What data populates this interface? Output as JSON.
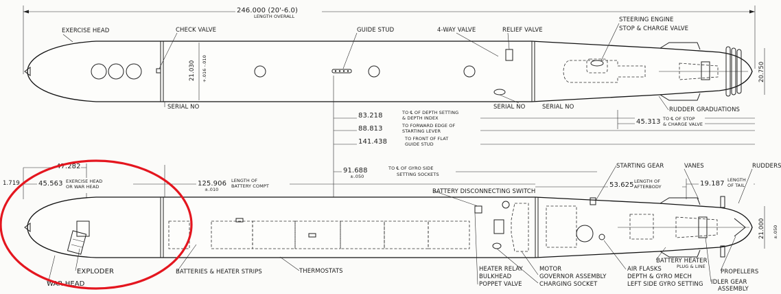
{
  "labels": {
    "length_overall": "246.000 (20'-6.0)",
    "length_overall_sub": "LENGTH OVERALL",
    "exercise_head": "EXERCISE HEAD",
    "check_valve": "CHECK VALVE",
    "guide_stud": "GUIDE STUD",
    "four_way_valve": "4-WAY VALVE",
    "relief_valve": "RELIEF VALVE",
    "steering_engine": "STEERING ENGINE",
    "stop_charge_valve": "STOP & CHARGE VALVE",
    "diameter_top": "21.030",
    "diameter_top_tol": "+.016 -.010",
    "diameter_right_top": "20.750",
    "serial_no_1": "SERIAL NO",
    "serial_no_2": "SERIAL NO",
    "serial_no_3": "SERIAL NO",
    "rudder_graduations": "RUDDER GRADUATIONS",
    "dim_83": "83.218",
    "dim_83_desc": "TO ℄ OF DEPTH SETTING",
    "dim_83_desc2": "& DEPTH INDEX",
    "dim_88": "88.813",
    "dim_88_desc": "TO FORWARD EDGE OF",
    "dim_88_desc2": "STARTING LEVER",
    "dim_141": "141.438",
    "dim_141_desc": "TO FRONT OF FLAT",
    "dim_141_desc2": "GUIDE STUD",
    "dim_45_313": "45.313",
    "dim_45_313_desc": "TO ℄ OF STOP",
    "dim_45_313_desc2": "& CHARGE VALVE",
    "dim_47": "47.282",
    "dim_1719": "1.719",
    "dim_45_563": "45.563",
    "dim_45_563_desc": "EXERCISE HEAD",
    "dim_45_563_desc2": "OR WAR HEAD",
    "dim_125": "125.906",
    "dim_125_tol": "±.010",
    "dim_125_desc": "LENGTH OF",
    "dim_125_desc2": "BATTERY COMPT",
    "dim_91": "91.688",
    "dim_91_tol": "±.050",
    "dim_91_desc": "TO ℄ OF GYRO SIDE",
    "dim_91_desc2": "SETTING SOCKETS",
    "starting_gear": "STARTING GEAR",
    "vanes": "VANES",
    "rudders": "RUDDERS",
    "dim_53": "53.625",
    "dim_53_desc": "LENGTH OF",
    "dim_53_desc2": "AFTERBODY",
    "dim_19": "19.187",
    "dim_19_desc": "LENGTH",
    "dim_19_desc2": "OF TAIL",
    "battery_disconnect": "BATTERY DISCONNECTING SWITCH",
    "diameter_right_bottom": "21.000",
    "diameter_right_bottom_tol": "±.050",
    "exploder": "EXPLODER",
    "war_head": "WAR HEAD",
    "batteries": "BATTERIES & HEATER STRIPS",
    "thermostats": "THERMOSTATS",
    "heater_relay": "HEATER RELAY",
    "bulkhead": "BULKHEAD",
    "poppet_valve": "POPPET VALVE",
    "motor": "MOTOR",
    "governor": "GOVERNOR ASSEMBLY",
    "charging_socket": "CHARGING SOCKET",
    "air_flasks": "AIR FLASKS",
    "depth_gyro": "DEPTH & GYRO MECH",
    "left_gyro": "LEFT SIDE GYRO SETTING",
    "battery_heater": "BATTERY HEATER",
    "battery_heater2": "PLUG & LINE",
    "propellers": "PROPELLERS",
    "idler_gear": "IDLER GEAR",
    "idler_gear2": "ASSEMBLY"
  },
  "colors": {
    "highlight": "#e4161f",
    "ink": "#1a1a1a"
  }
}
